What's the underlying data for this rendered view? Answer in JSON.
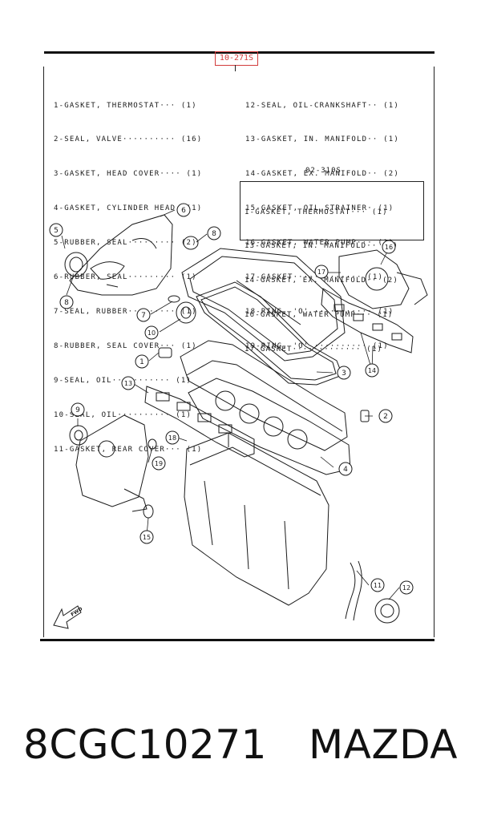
{
  "ref_code": "10-271S",
  "parts_left": [
    "1-GASKET, THERMOSTAT··· (1)",
    "2-SEAL, VALVE·········· (16)",
    "3-GASKET, HEAD COVER···· (1)",
    "4-GASKET, CYLINDER HEAD· (1)",
    "5-RUBBER, SEAL········· (2)",
    "6-RUBBER, SEAL········· (1)",
    "7-SEAL, RUBBER········· (1)",
    "8-RUBBER, SEAL COVER··· (1)",
    "9-SEAL, OIL··········· (1)",
    "10-SEAL, OIL·········· (1)",
    "11-GASKET, REAR COVER··· (1)"
  ],
  "parts_right": [
    "12-SEAL, OIL-CRANKSHAFT·· (1)",
    "13-GASKET, IN. MANIFOLD·· (1)",
    "14-GASKET, EX. MANIFOLD·· (2)",
    "15-GASKET, OIL STRAINER· (1)",
    "16-GASKET, WATER PUMP··· (1)",
    "17-GASKET············· (1)",
    "18-RING, 'O' ··········· (1)",
    "19-RING, 'O' ·········· (1)"
  ],
  "sub_kit_code": "02-310S",
  "parts_sub": [
    "1-GASKET, THERMOSTAT··· (1)",
    "13-GASKET, IN. MANIFOLD·· (1)",
    "14-GASKET, EX. MANIFOLD·· (2)",
    "16-GASKET, WATER PUMP··· (1)",
    "17-GASKET············· (1)"
  ],
  "callouts": [
    "1",
    "2",
    "3",
    "4",
    "5",
    "6",
    "7",
    "8",
    "8",
    "9",
    "10",
    "11",
    "12",
    "13",
    "14",
    "15",
    "16",
    "17",
    "18",
    "19"
  ],
  "direction_label": "FWD",
  "part_number": "8CGC10271",
  "brand": "MAZDA",
  "colors": {
    "highlight": "#d23b3b",
    "ink": "#1a1a1a"
  }
}
